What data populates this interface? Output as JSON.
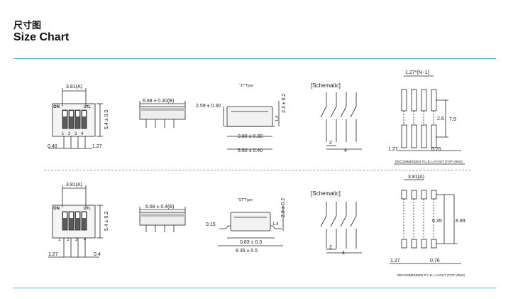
{
  "header": {
    "title_zh": "尺寸图",
    "title_en": "Size Chart"
  },
  "row1": {
    "switch_width": "3.81(A)",
    "switch_height": "5.4 ± 0.3",
    "on_label": "ON",
    "brand": "UTL",
    "positions": [
      "1",
      "2",
      "3",
      "4"
    ],
    "lead_width": "0.40",
    "pitch": "1.27",
    "side_width": "6.68 ± 0.40(B)",
    "type_label": "\"JT\"Type",
    "body_height": "2.59 ± 0.30",
    "total_height": "2.3 ± 0.2",
    "lead_h": "1.4",
    "lead_gap": "0.80 ± 0.30",
    "overall_width": "5.60 ± 0.40",
    "schematic_title": "[Schematic]",
    "sch_2": "2",
    "sch_4": "4",
    "pcb_top": "1.27*(N−1)",
    "pcb_26": "2.6",
    "pcb_79": "7.9",
    "pcb_127": "1.27",
    "pcb_076": "0.76",
    "pcb_caption": "RECOMMENDED P.C.B. LAYOUT (TOP VIEW)"
  },
  "row2": {
    "switch_width": "3.81(A)",
    "switch_height": "5.4 ± 0.3",
    "on_label": "ON",
    "brand": "UTL",
    "positions": [
      "1",
      "2",
      "3",
      "4"
    ],
    "pitch": "1.27",
    "lead_width": "0.4",
    "side_width": "6.68 ± 0.4(B)",
    "type_label": "\"ST\"Type",
    "total_height": "2.3 ± 0.2",
    "lead_thk": "0.15",
    "lead_h": "1.4",
    "lead_gap": "0.83 ± 0.3",
    "overall_width": "8.35 ± 0.5",
    "schematic_title": "[Schematic]",
    "sch_2": "2",
    "sch_4": "4",
    "pcb_top": "3.81(A)",
    "pcb_635": "6.35",
    "pcb_889": "8.89",
    "pcb_127": "1.27",
    "pcb_076": "0.76",
    "pcb_caption": "RECOMMENDED P.C.B. LAYOUT (TOP VIEW)"
  }
}
